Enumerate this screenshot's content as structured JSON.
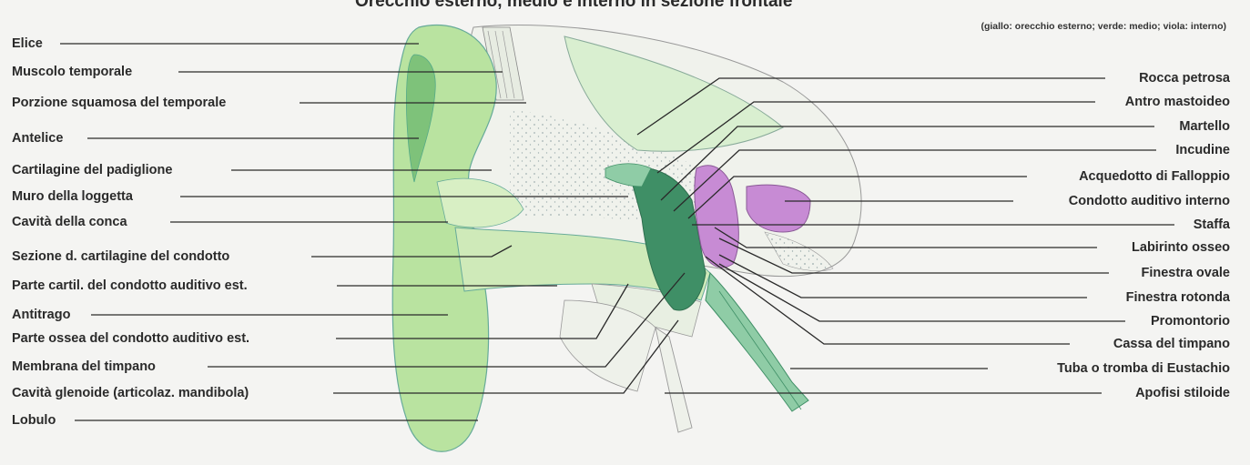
{
  "title": "Orecchio esterno, medio e interno in sezione frontale",
  "legend": "(giallo: orecchio esterno; verde: medio; viola: interno)",
  "colors": {
    "external": "#b9e3a0",
    "external_light": "#d8efc4",
    "middle": "#3f8f66",
    "middle_light": "#8fcca6",
    "inner": "#c78bd4",
    "bone": "#eef1ea",
    "line": "#2a2a2a"
  },
  "left_labels": [
    "Elice",
    "Muscolo temporale",
    "Porzione squamosa del temporale",
    "Antelice",
    "Cartilagine del padiglione",
    "Muro della loggetta",
    "Cavità della conca",
    "Sezione d. cartilagine del condotto",
    "Parte cartil. del condotto auditivo est.",
    "Antitrago",
    "Parte ossea del condotto auditivo est.",
    "Membrana del timpano",
    "Cavità glenoide (articolaz. mandibola)",
    "Lobulo"
  ],
  "right_labels": [
    "Rocca petrosa",
    "Antro mastoideo",
    "Martello",
    "Incudine",
    "Acquedotto di Falloppio",
    "Condotto auditivo interno",
    "Staffa",
    "Labirinto osseo",
    "Finestra ovale",
    "Finestra rotonda",
    "Promontorio",
    "Cassa del timpano",
    "Tuba o tromba di Eustachio",
    "Apofisi stiloide"
  ]
}
